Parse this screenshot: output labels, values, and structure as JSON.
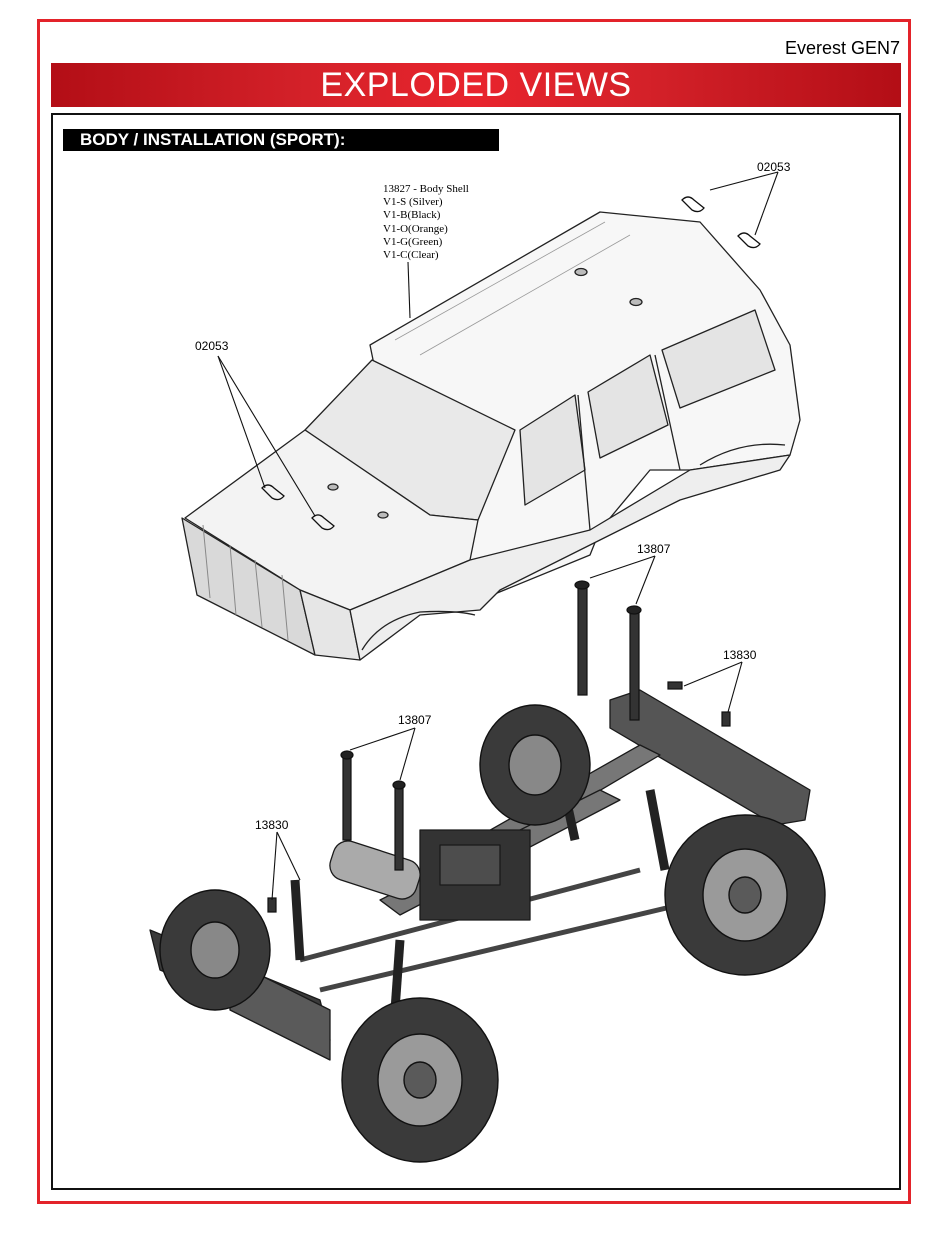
{
  "header": {
    "model": "Everest GEN7",
    "title": "EXPLODED VIEWS"
  },
  "section": {
    "title": "BODY / INSTALLATION (SPORT):"
  },
  "body_shell": {
    "part_number": "13827",
    "lines": [
      "13827 -  Body Shell",
      "V1-S (Silver)",
      "V1-B(Black)",
      "V1-O(Orange)",
      "V1-G(Green)",
      "V1-C(Clear)"
    ]
  },
  "callouts": {
    "clip_top": "02053",
    "clip_left": "02053",
    "post_rear": "13807",
    "post_front": "13807",
    "screw_rear": "13830",
    "screw_front": "13830"
  },
  "colors": {
    "accent_red": "#e3232a",
    "banner_red": "#d42129"
  }
}
